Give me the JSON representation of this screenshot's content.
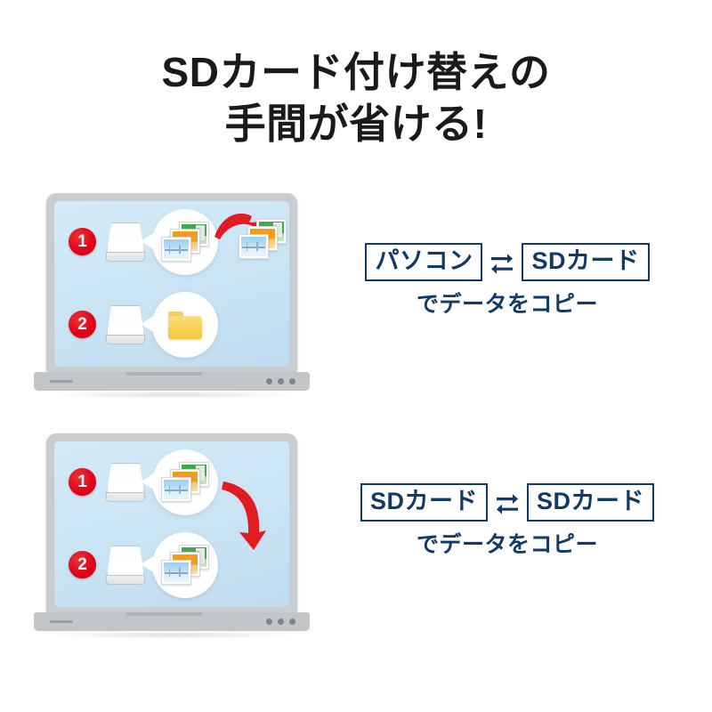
{
  "headline": {
    "line1": "SDカード付け替えの",
    "line2": "手間が省ける!"
  },
  "colors": {
    "headline_text": "#1a1a1a",
    "caption_navy": "#123a68",
    "badge_red": "#de0019",
    "arrow_red": "#e11b22",
    "screen_blue": "#cbe5f5",
    "laptop_gray": "#c9cdd0",
    "folder_yellow": "#f7d055",
    "background": "#ffffff"
  },
  "panels": [
    {
      "id": "panel-1",
      "laptop": {
        "name": "laptop-illustration",
        "rows": [
          {
            "badge": "1",
            "source_icon": "sd-card-icon",
            "callout_content": "photo-stack-icon",
            "arrow": "curved-arrow-right",
            "target_icon": "photo-stack-icon"
          },
          {
            "badge": "2",
            "source_icon": "sd-card-icon",
            "callout_content": "folder-icon",
            "arrow": "curved-arrow-left",
            "target_icon": "folder-icon"
          }
        ]
      },
      "caption": {
        "left_box": "パソコン",
        "swap_icon": "bidirectional-arrows-icon",
        "right_box": "SDカード",
        "subtitle": "でデータをコピー"
      }
    },
    {
      "id": "panel-2",
      "laptop": {
        "name": "laptop-illustration",
        "rows": [
          {
            "badge": "1",
            "source_icon": "sd-card-icon",
            "callout_content": "photo-stack-icon",
            "arrow": "curved-arrow-down",
            "target_icon": ""
          },
          {
            "badge": "2",
            "source_icon": "sd-card-icon",
            "callout_content": "photo-stack-icon",
            "arrow": "",
            "target_icon": ""
          }
        ]
      },
      "caption": {
        "left_box": "SDカード",
        "swap_icon": "bidirectional-arrows-icon",
        "right_box": "SDカード",
        "subtitle": "でデータをコピー"
      }
    }
  ]
}
